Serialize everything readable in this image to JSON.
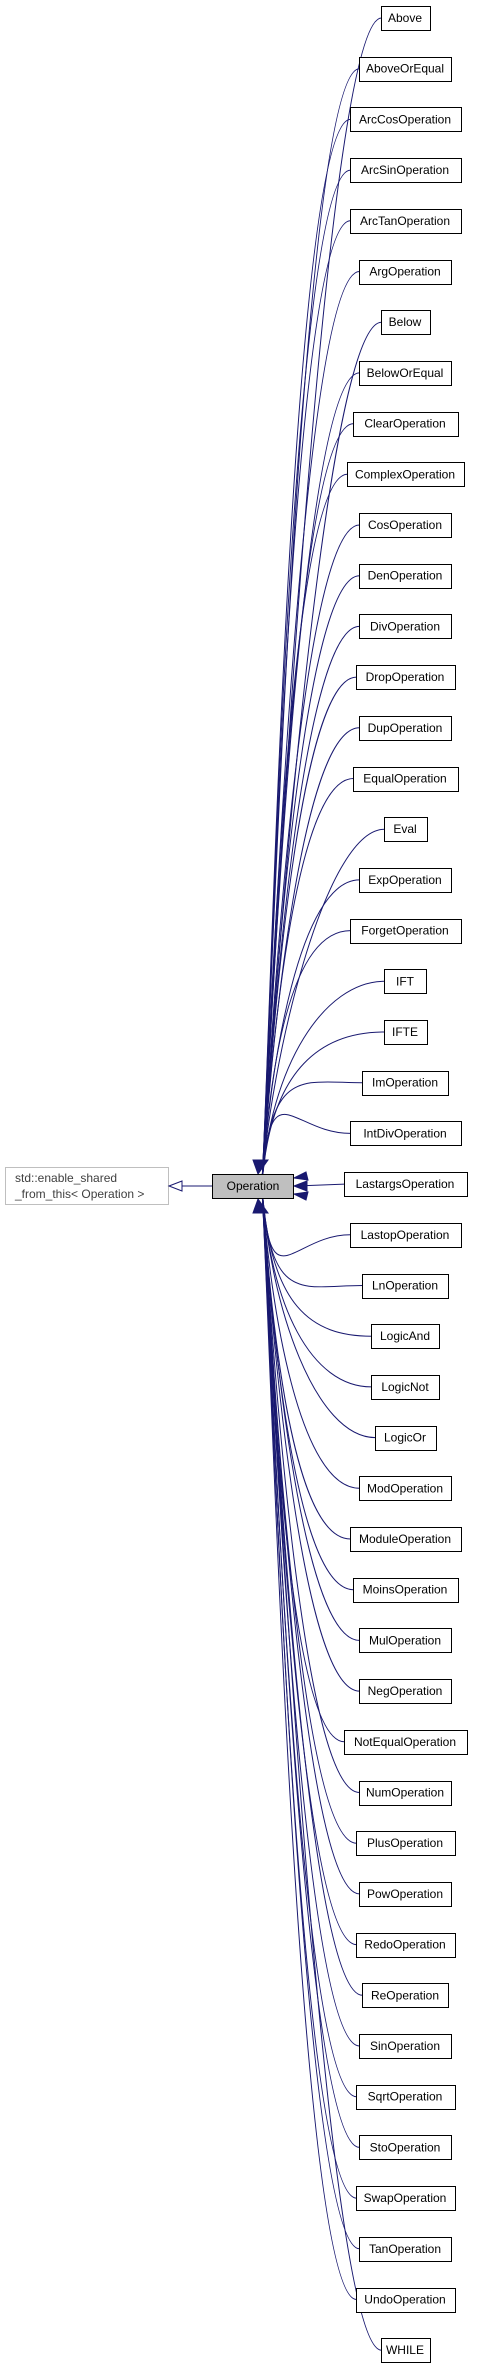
{
  "diagram": {
    "type": "inheritance",
    "base_external": {
      "label_line1": "std::enable_shared",
      "label_line2": "_from_this< Operation >"
    },
    "center": {
      "label": "Operation"
    },
    "subclasses": [
      "Above",
      "AboveOrEqual",
      "ArcCosOperation",
      "ArcSinOperation",
      "ArcTanOperation",
      "ArgOperation",
      "Below",
      "BelowOrEqual",
      "ClearOperation",
      "ComplexOperation",
      "CosOperation",
      "DenOperation",
      "DivOperation",
      "DropOperation",
      "DupOperation",
      "EqualOperation",
      "Eval",
      "ExpOperation",
      "ForgetOperation",
      "IFT",
      "IFTE",
      "ImOperation",
      "IntDivOperation",
      "LastargsOperation",
      "LastopOperation",
      "LnOperation",
      "LogicAnd",
      "LogicNot",
      "LogicOr",
      "ModOperation",
      "ModuleOperation",
      "MoinsOperation",
      "MulOperation",
      "NegOperation",
      "NotEqualOperation",
      "NumOperation",
      "PlusOperation",
      "PowOperation",
      "RedoOperation",
      "ReOperation",
      "SinOperation",
      "SqrtOperation",
      "StoOperation",
      "SwapOperation",
      "TanOperation",
      "UndoOperation",
      "WHILE"
    ],
    "colors": {
      "edge": "#191970",
      "center_fill": "#bfbfbf",
      "external_border": "#bfbfbf"
    }
  }
}
